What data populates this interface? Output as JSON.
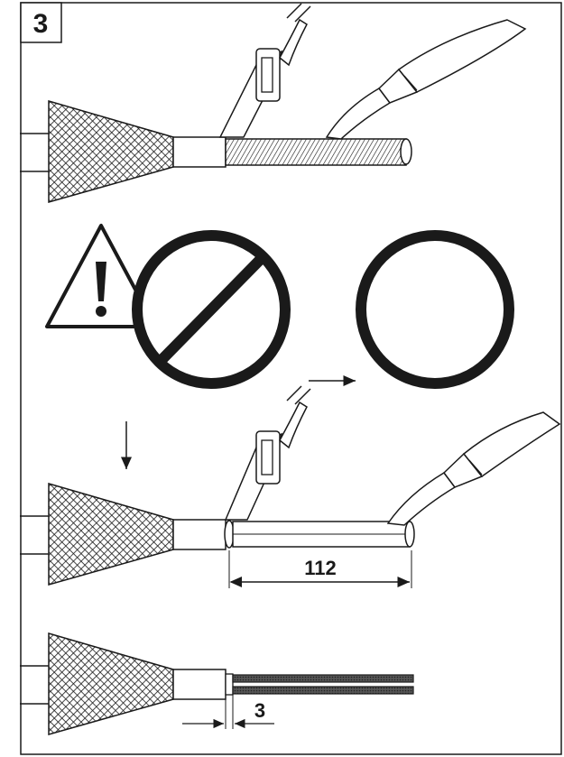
{
  "step": {
    "number": "3"
  },
  "dimensions": {
    "strip_length": "112",
    "gap": "3"
  },
  "icons": {
    "warning": "warning-triangle-icon",
    "prohibited": "prohibition-circle-icon",
    "correct": "correct-result-circle-icon"
  },
  "colors": {
    "ink": "#1a1a1a",
    "paper": "#ffffff"
  }
}
